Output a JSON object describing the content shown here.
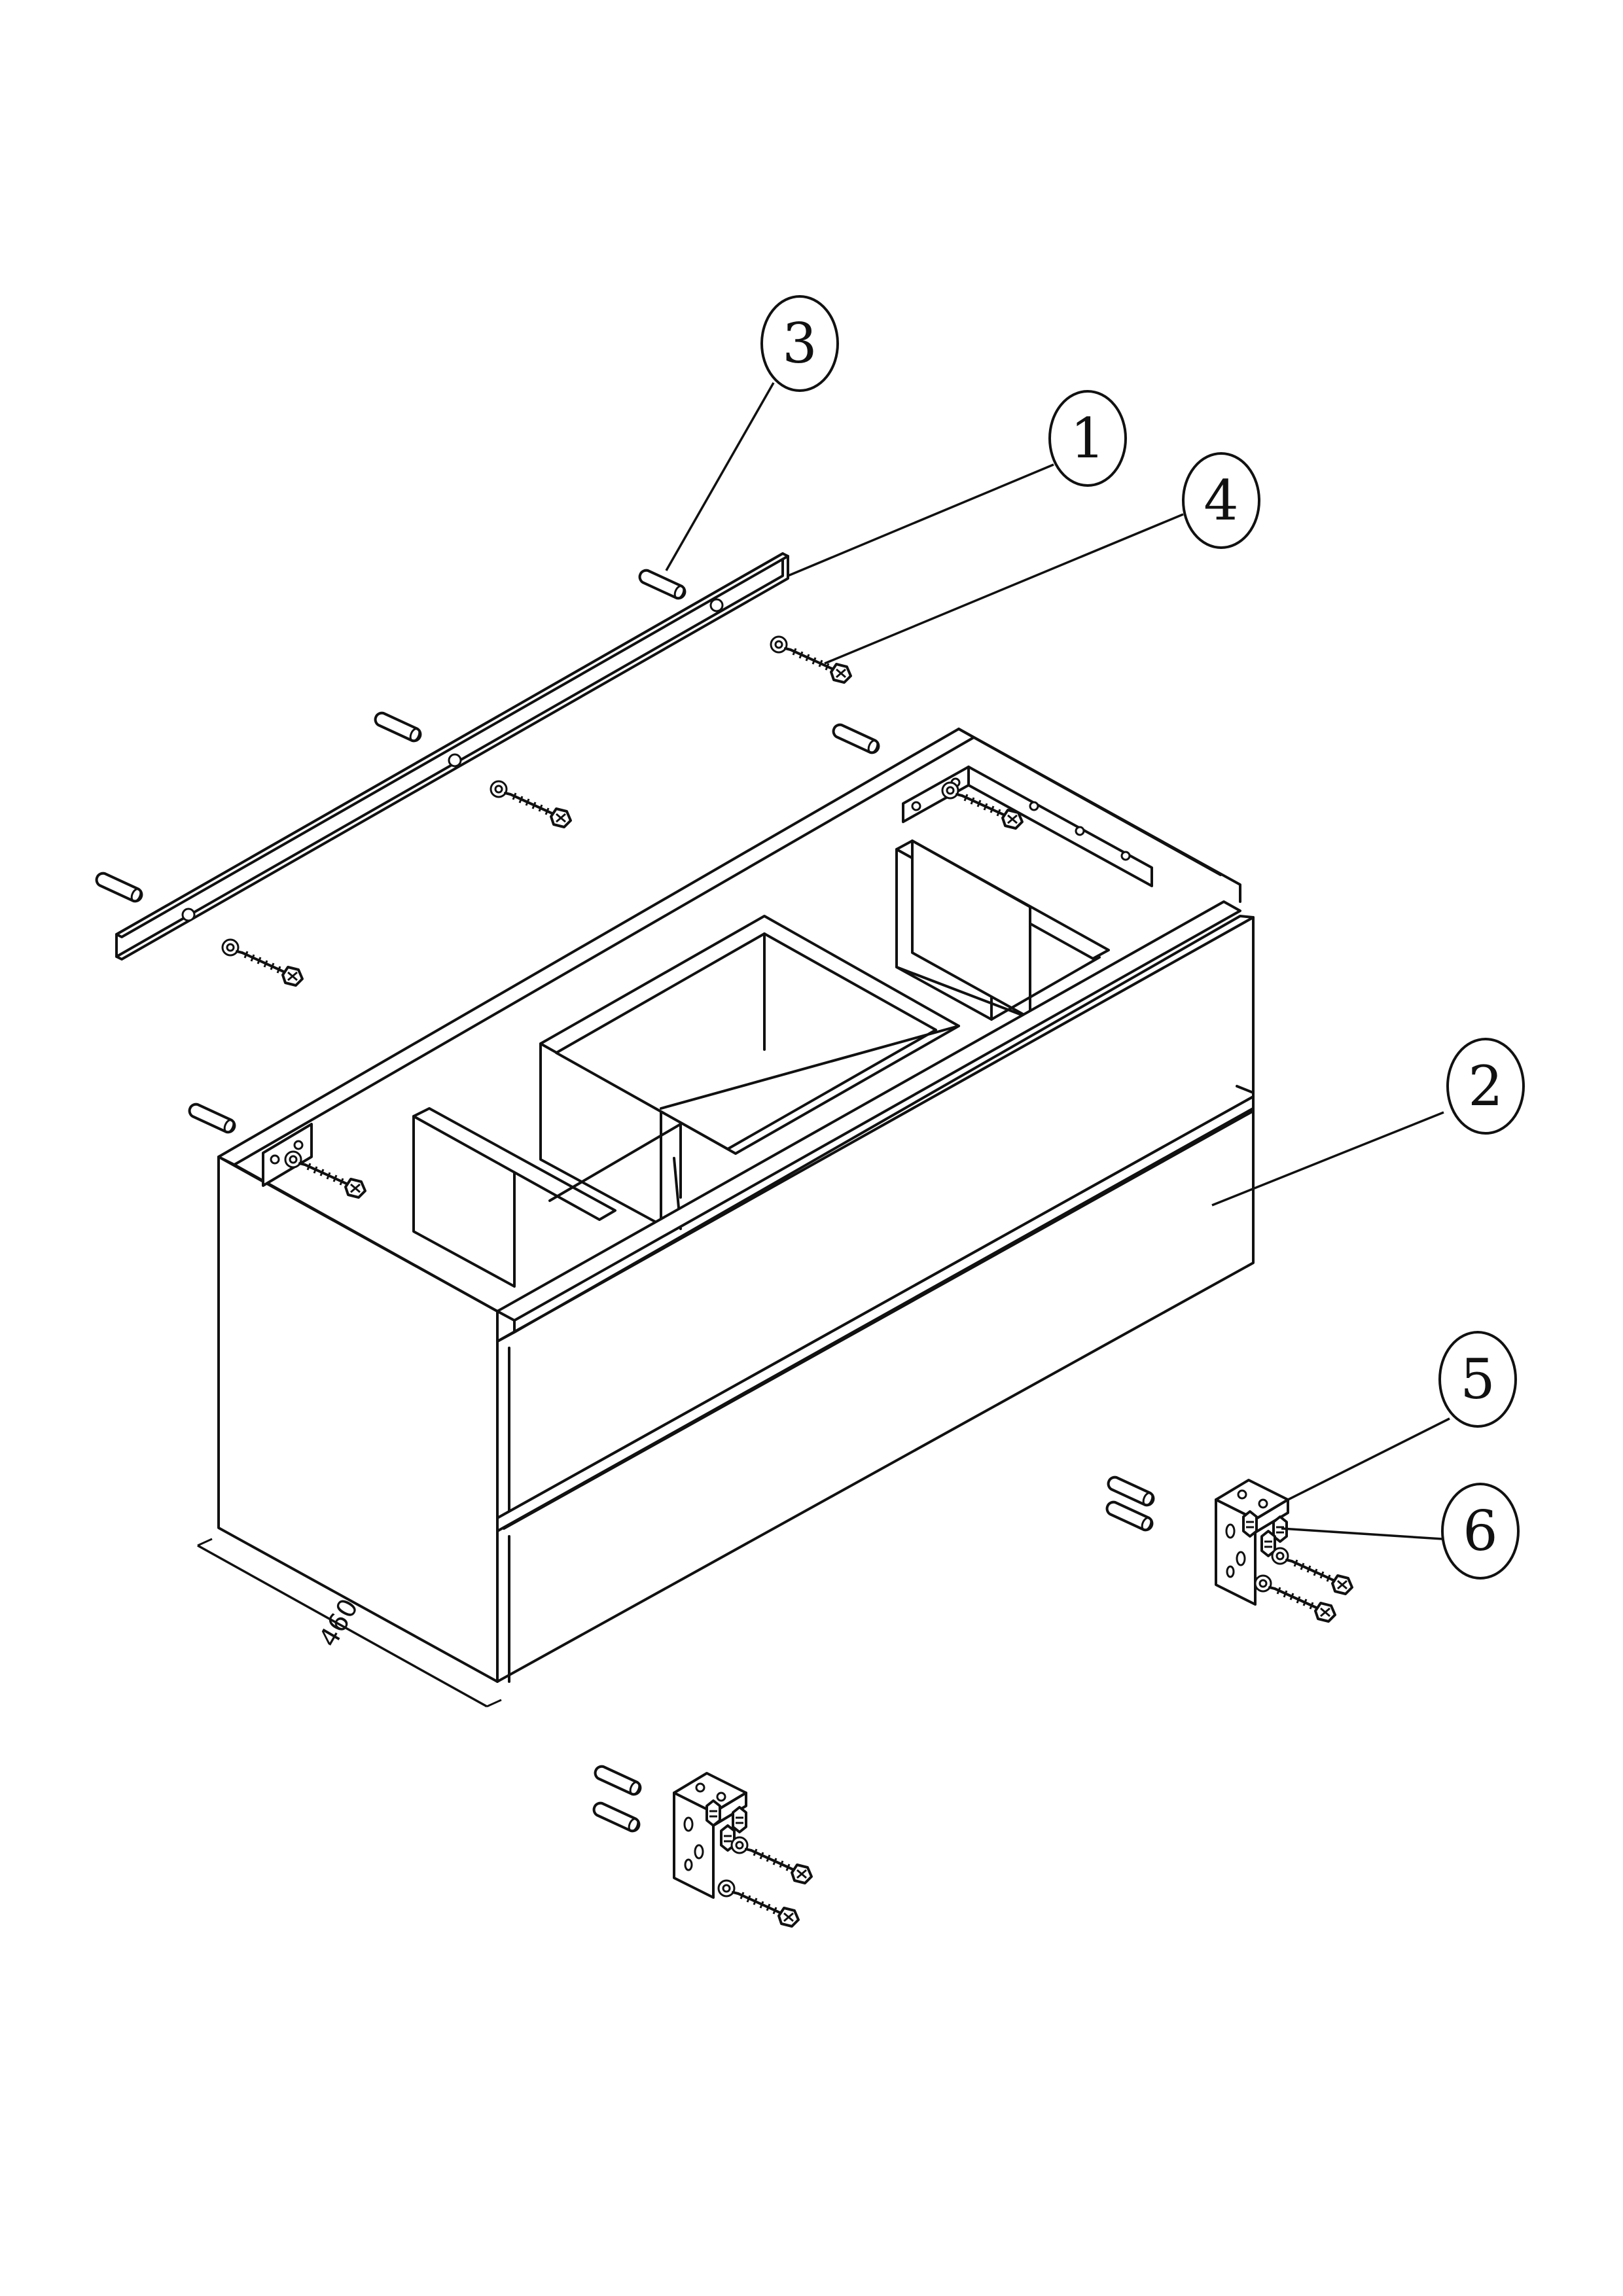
{
  "callouts": [
    {
      "id": "rail",
      "number": "1"
    },
    {
      "id": "cabinet",
      "number": "2"
    },
    {
      "id": "dowel",
      "number": "3"
    },
    {
      "id": "screw",
      "number": "4"
    },
    {
      "id": "bracket",
      "number": "5"
    },
    {
      "id": "anchor",
      "number": "6"
    }
  ],
  "dimensions": {
    "depth": "460"
  },
  "colors": {
    "line": "#111111",
    "background": "#ffffff"
  }
}
